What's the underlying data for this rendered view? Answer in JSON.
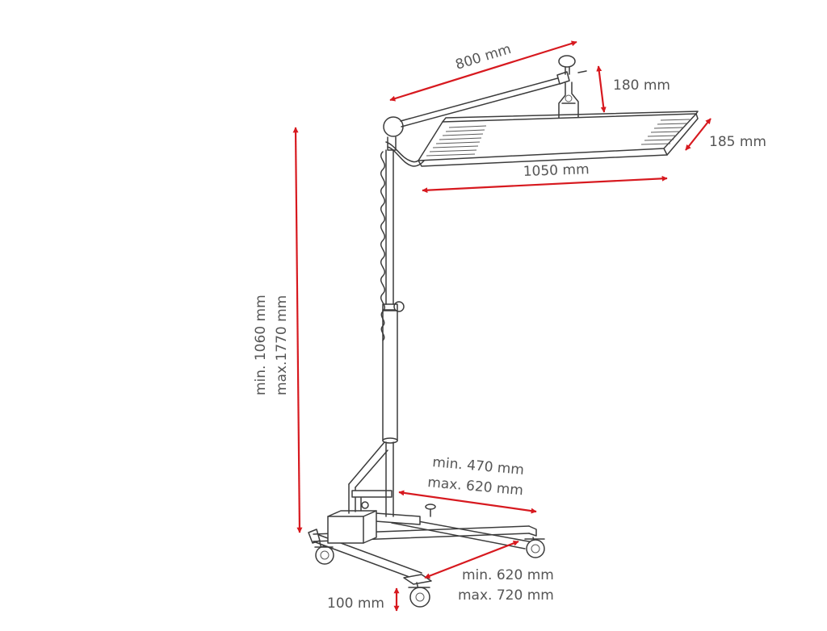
{
  "colors": {
    "dimension": "#d7191f",
    "line": "#3c3c3c",
    "text": "#555555"
  },
  "dimensions": {
    "arm_length": "800 mm",
    "lamp_height": "180 mm",
    "lamp_depth": "185 mm",
    "lamp_width": "1050 mm",
    "height_min": "min. 1060 mm",
    "height_max": "max.1770 mm",
    "base_width_min": "min. 470 mm",
    "base_width_max": "max. 620 mm",
    "base_depth_min": "min. 620 mm",
    "base_depth_max": "max. 720 mm",
    "ground_clearance": "100 mm"
  }
}
